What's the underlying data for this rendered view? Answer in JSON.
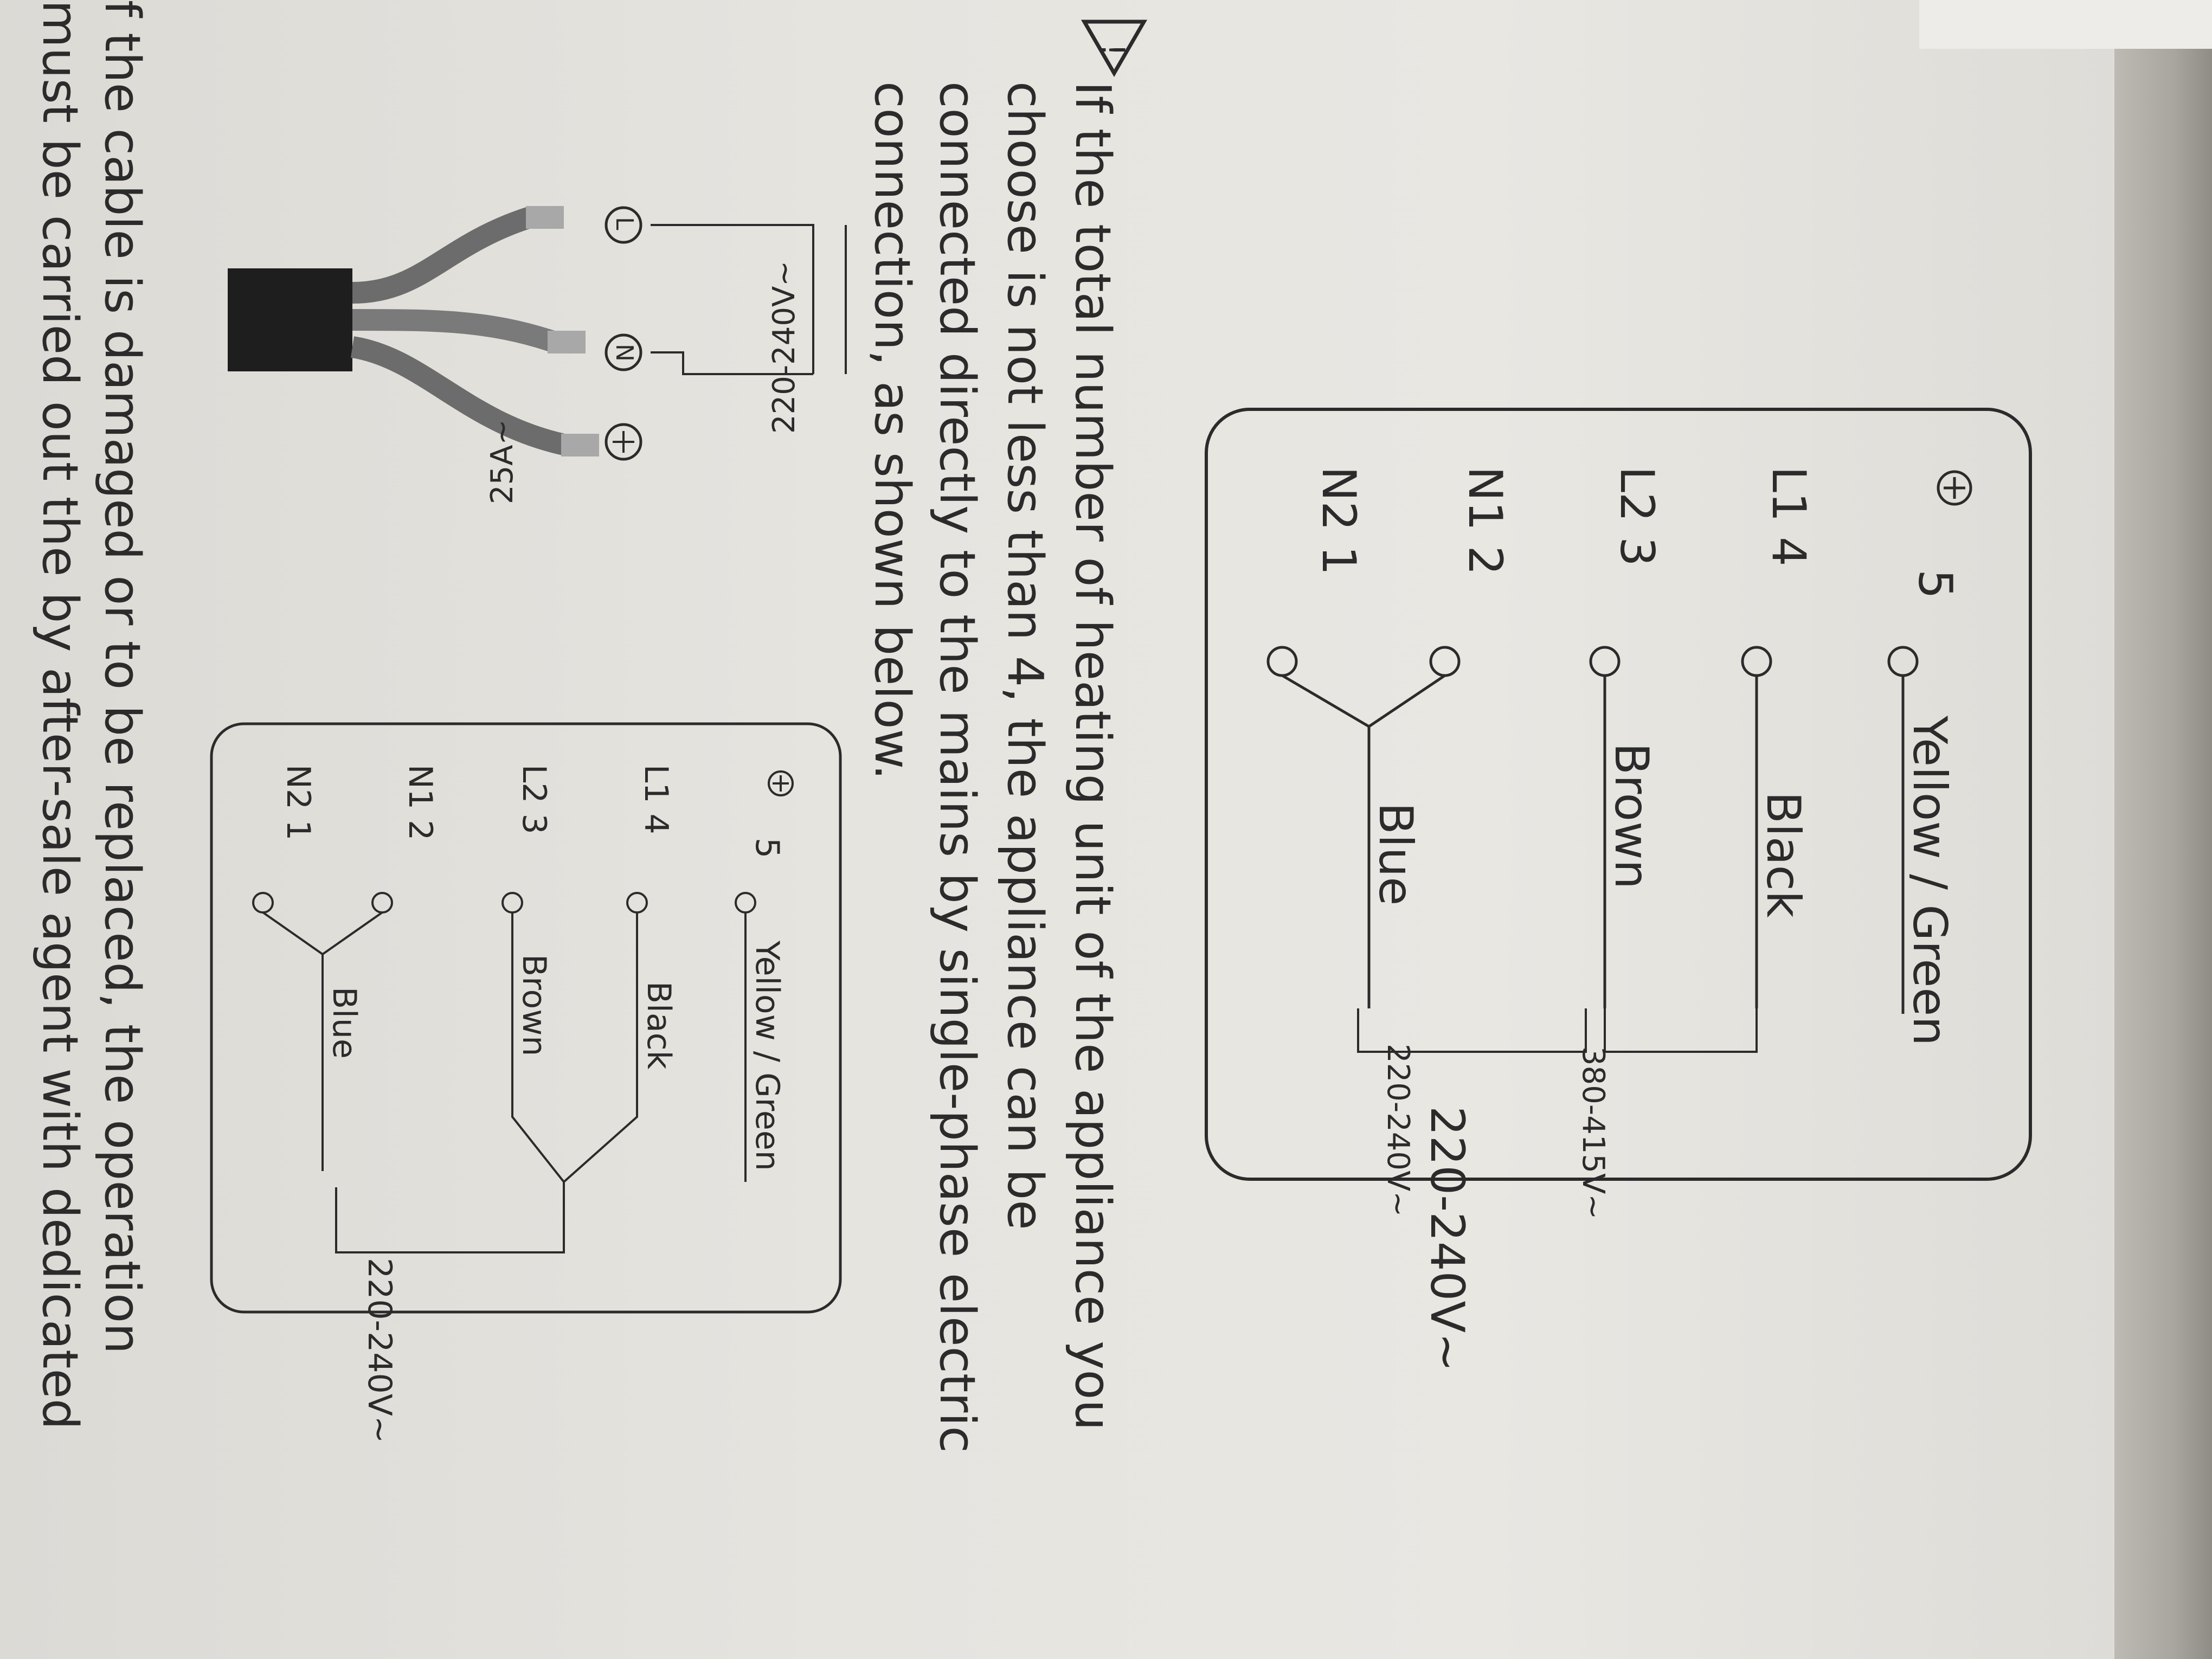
{
  "warning": {
    "lines": [
      "If the total number of heating unit of the appliance you",
      "choose is not less than 4, the appliance can be",
      "connected directly to the mains by single-phase electric",
      "connection, as shown below."
    ]
  },
  "footer": {
    "lines": [
      "f the cable is damaged or to be replaced, the operation",
      "must be carried out the by after-sale agent with dedicated"
    ]
  },
  "panel_large": {
    "terminals": [
      {
        "label": "5",
        "prefix": "⏚"
      },
      {
        "label": "L1  4"
      },
      {
        "label": "L2  3"
      },
      {
        "label": "N1  2"
      },
      {
        "label": "N2  1"
      }
    ],
    "wires": {
      "yg": "Yellow / Green",
      "black": "Black",
      "brown": "Brown",
      "blue": "Blue"
    },
    "voltages": {
      "left": "220-240V~",
      "right": "380-415V~",
      "total": "220-240V~"
    }
  },
  "panel_small": {
    "terminals": [
      {
        "label": "5",
        "prefix": "⏚"
      },
      {
        "label": "L1  4"
      },
      {
        "label": "L2  3"
      },
      {
        "label": "N1  2"
      },
      {
        "label": "N2  1"
      }
    ],
    "wires": {
      "yg": "Yellow / Green",
      "black": "Black",
      "brown": "Brown",
      "blue": "Blue"
    },
    "voltages": {
      "total": "220-240V~"
    }
  },
  "cable": {
    "voltage": "220-240V~",
    "current": "25A~",
    "terminals": [
      "L",
      "N",
      "⏚"
    ]
  },
  "colors": {
    "ink": "#2b2b2b",
    "paper": "#e6e4df"
  }
}
